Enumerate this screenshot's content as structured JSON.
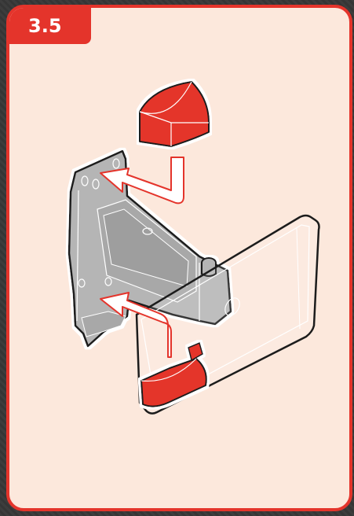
{
  "step": {
    "label": "3.5"
  },
  "colors": {
    "frame_red": "#e4342b",
    "panel_bg": "#fce8dc",
    "part_gray": "#b5b5b5",
    "outline": "#1c1c1c",
    "outer_bg": "#3a3a3a"
  },
  "icons": {
    "top_part": "red-wedge-cap",
    "bottom_part": "red-wedge-cap",
    "arrow": "assembly-arrow"
  }
}
